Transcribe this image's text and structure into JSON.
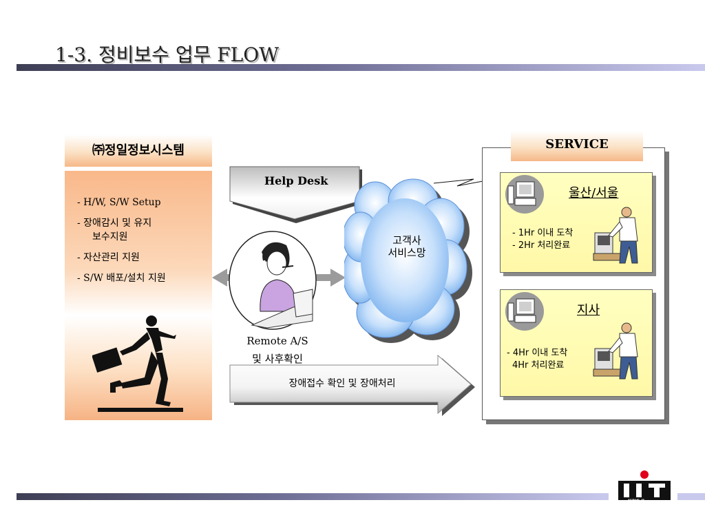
{
  "title": "1-3. 정비보수 업무 FLOW",
  "company": {
    "name": "㈜정일정보시스템",
    "tasks": [
      "- H/W, S/W  Setup",
      "- 장애감시 및 유지",
      "보수지원",
      "- 자산관리 지원",
      "- S/W 배포/설치 지원"
    ]
  },
  "help_desk": "Help Desk",
  "remote": {
    "line1": "Remote A/S",
    "line2": "및 사후확인"
  },
  "cloud": {
    "line1": "고객사",
    "line2": "서비스망"
  },
  "bottom_arrow": "장애접수 확인 및 장애처리",
  "service": {
    "label": "SERVICE",
    "sites": [
      {
        "title": "울산/서울",
        "line1": "- 1Hr 이내 도착",
        "line2": "- 2Hr 처리완료"
      },
      {
        "title": "지사",
        "line1": "- 4Hr 이내 도착",
        "line2": "4Hr 처리완료"
      }
    ]
  },
  "logo": {
    "text": "JUNG-IL"
  },
  "colors": {
    "accent_bar": "#3e3e55",
    "service_box": "#fff8a8",
    "company_box": "#f9b88a",
    "cloud": "#9cc6f5"
  }
}
